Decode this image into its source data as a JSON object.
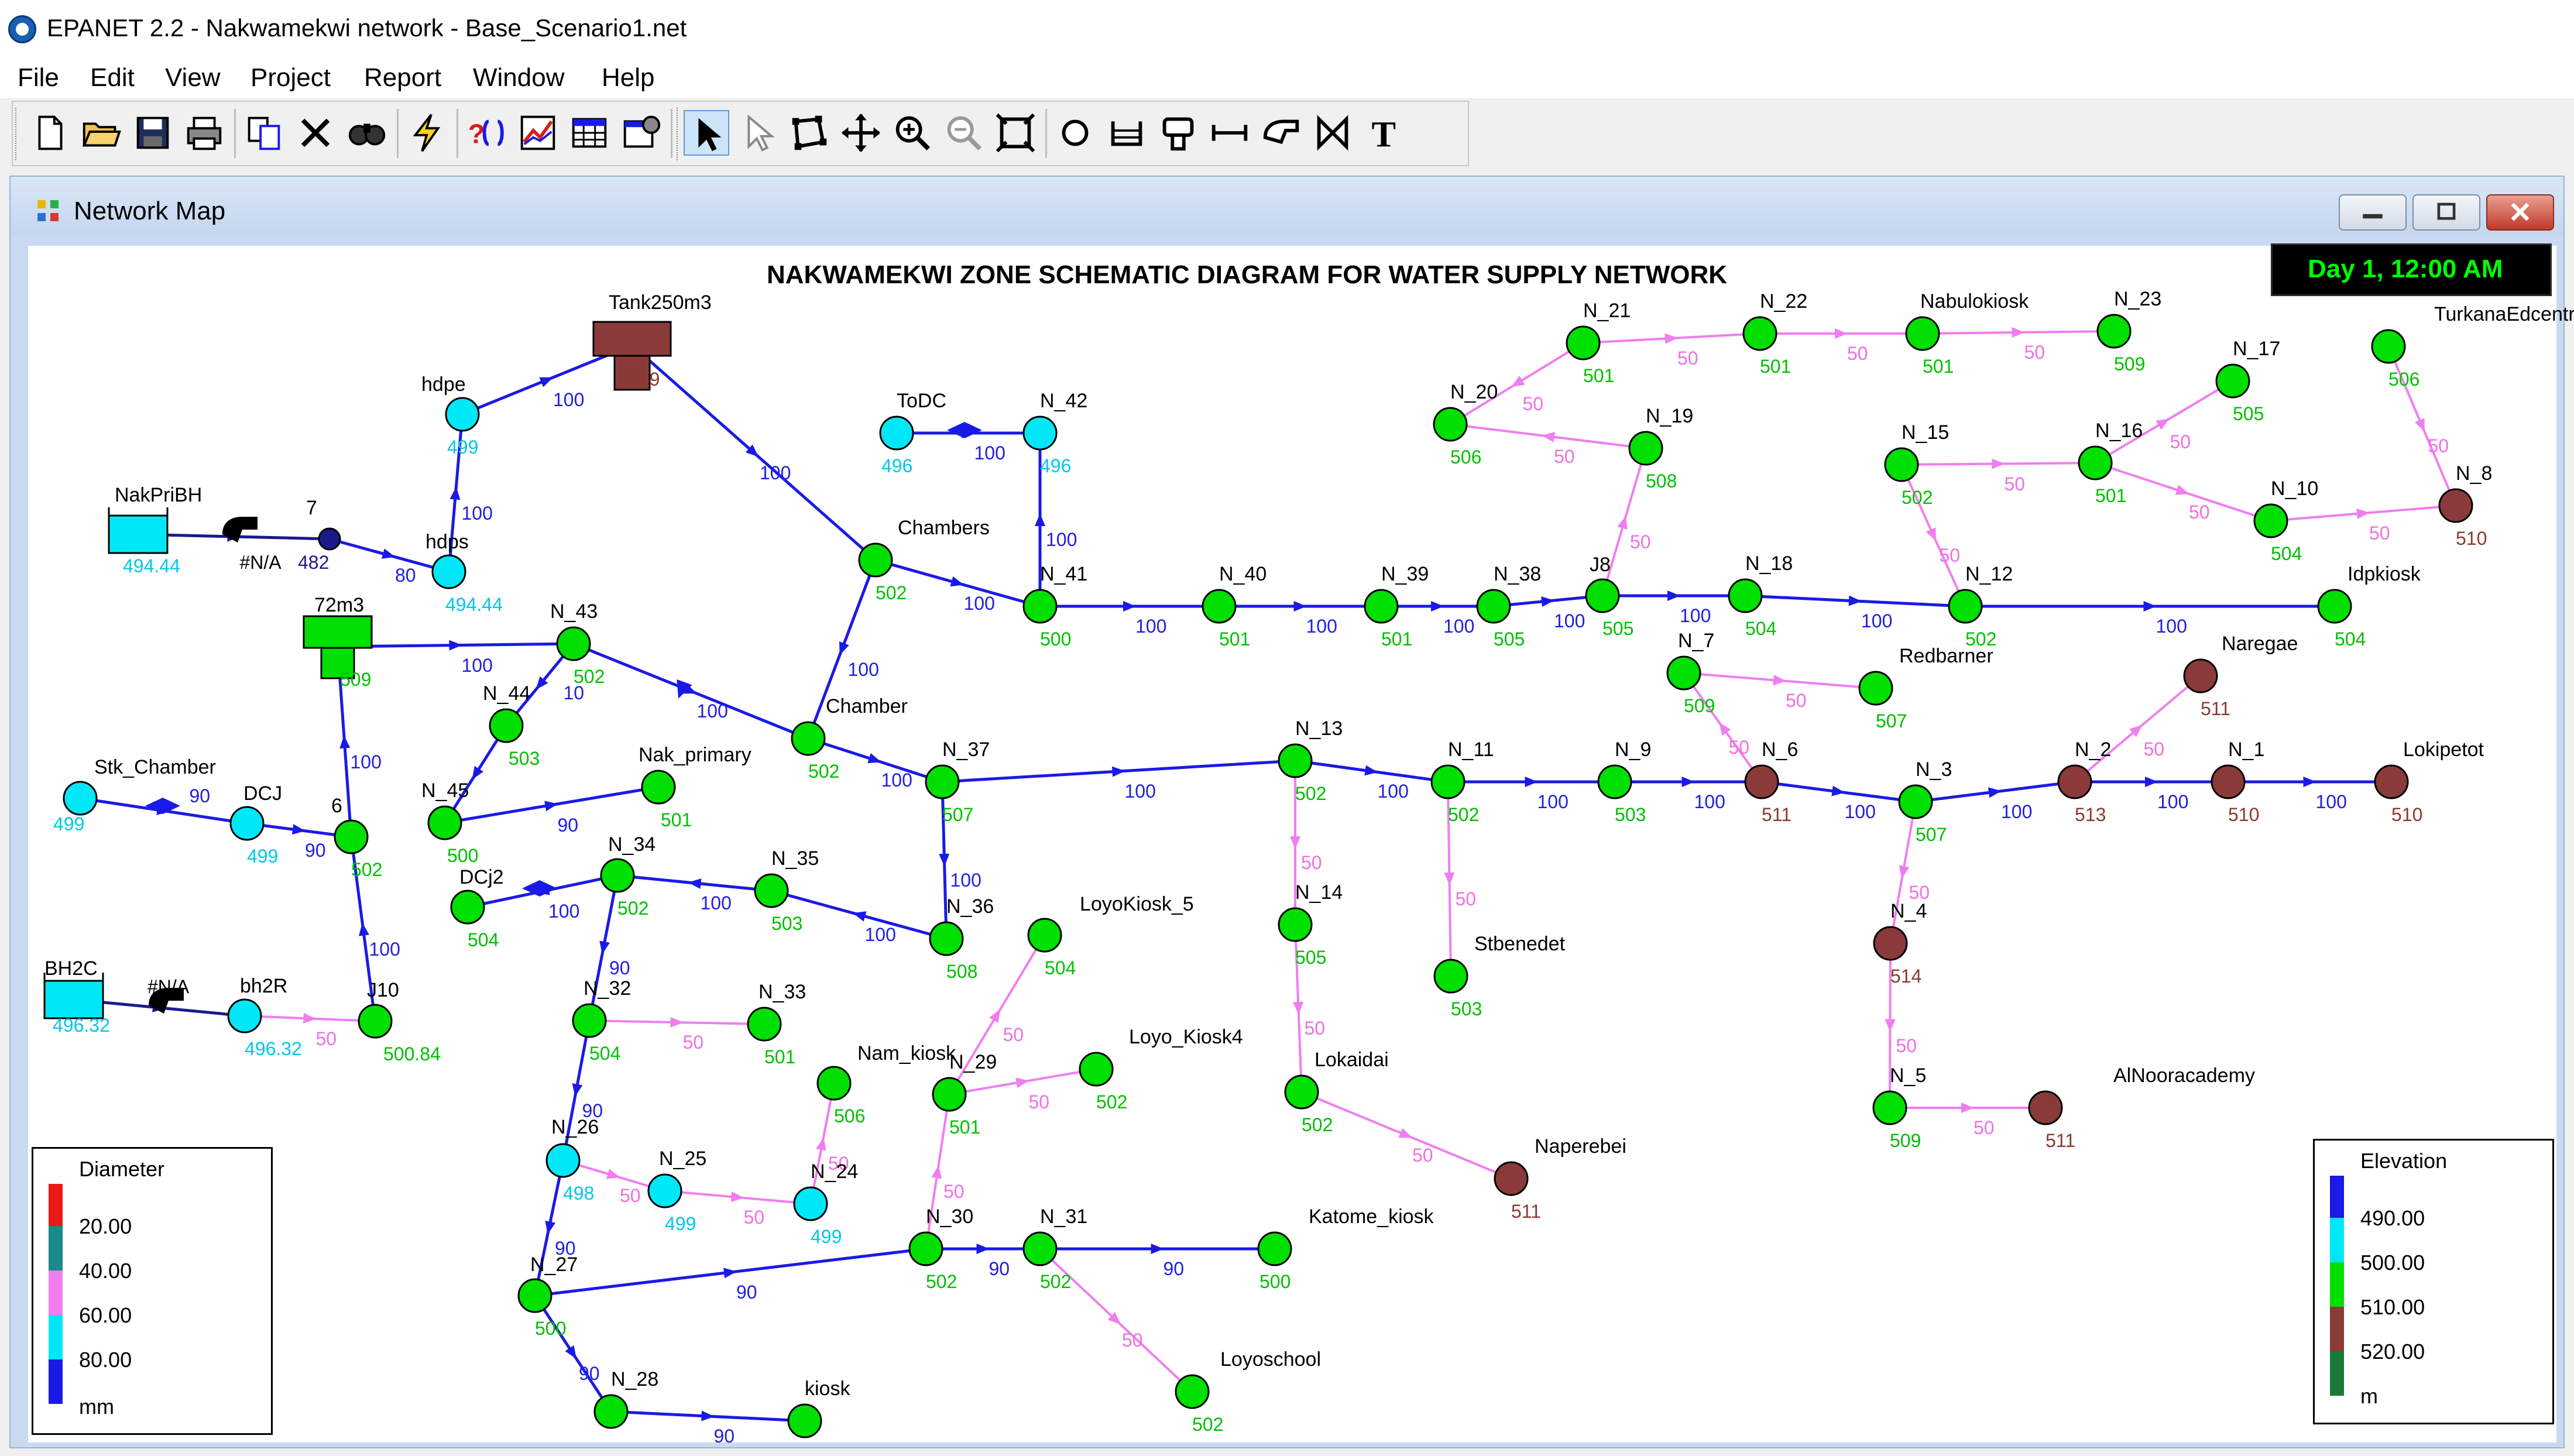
{
  "window": {
    "title": "EPANET 2.2 - Nakwamekwi network - Base_Scenario1.net"
  },
  "menu": [
    "File",
    "Edit",
    "View",
    "Project",
    "Report",
    "Window",
    "Help"
  ],
  "toolbar": {
    "icons": [
      "new-file-icon",
      "open-folder-icon",
      "save-icon",
      "print-icon",
      "copy-icon",
      "delete-icon",
      "find-icon",
      "run-icon",
      "query-icon",
      "graph-icon",
      "table-icon",
      "options-icon",
      "select-object-icon",
      "select-vertex-icon",
      "select-region-icon",
      "pan-icon",
      "zoom-in-icon",
      "zoom-out-icon",
      "full-extent-icon",
      "add-junction-icon",
      "add-reservoir-icon",
      "add-tank-icon",
      "add-pipe-icon",
      "add-pump-icon",
      "add-valve-icon",
      "add-label-icon"
    ]
  },
  "map_window": {
    "title": "Network Map",
    "diagram_title": "NAKWAMEKWI ZONE SCHEMATIC DIAGRAM FOR WATER SUPPLY NETWORK",
    "time": "Day 1, 12:00 AM"
  },
  "colors": {
    "node_green": "#00e000",
    "node_cyan": "#00e8f8",
    "node_maroon": "#8b3a3a",
    "pipe_blue": "#1a1ae6",
    "pipe_pink": "#f07ef0",
    "pipe_navy": "#1a1a8c"
  },
  "nodes": [
    {
      "id": "n1",
      "label": "Tank250m3",
      "value": "519",
      "kind": "tank"
    },
    {
      "id": "n2",
      "label": "hdpe",
      "value": "499",
      "kind": "cyan"
    },
    {
      "id": "n3",
      "label": "NakPriBH",
      "value": "494.44",
      "kind": "reservoir"
    },
    {
      "id": "n4",
      "label": "7",
      "value": "482",
      "kind": "navy"
    },
    {
      "id": "n5",
      "label": "hdps",
      "value": "494.44",
      "kind": "cyan"
    },
    {
      "id": "n6",
      "label": "72m3",
      "value": "509",
      "kind": "tank72"
    },
    {
      "id": "n7",
      "label": "N_43",
      "value": "502",
      "kind": "green"
    },
    {
      "id": "n8",
      "label": "N_44",
      "value": "503",
      "kind": "green"
    },
    {
      "id": "n9",
      "label": "N_45",
      "value": "500",
      "kind": "green"
    },
    {
      "id": "n10",
      "label": "Nak_primary",
      "value": "501",
      "kind": "green"
    },
    {
      "id": "n11",
      "label": "Stk_Chamber",
      "value": "499",
      "kind": "cyan"
    },
    {
      "id": "n12",
      "label": "DCJ",
      "value": "499",
      "kind": "cyan"
    },
    {
      "id": "n13",
      "label": "6",
      "value": "502",
      "kind": "green"
    },
    {
      "id": "n14",
      "label": "BH2C",
      "value": "496.32",
      "kind": "reservoir"
    },
    {
      "id": "n15",
      "label": "bh2R",
      "value": "496.32",
      "kind": "cyan"
    },
    {
      "id": "n16",
      "label": "J10",
      "value": "500.84",
      "kind": "green"
    },
    {
      "id": "n17",
      "label": "DCj2",
      "value": "504",
      "kind": "green"
    },
    {
      "id": "n18",
      "label": "N_34",
      "value": "502",
      "kind": "green"
    },
    {
      "id": "n19",
      "label": "N_35",
      "value": "503",
      "kind": "green"
    },
    {
      "id": "n20",
      "label": "N_36",
      "value": "508",
      "kind": "green"
    },
    {
      "id": "n21",
      "label": "N_32",
      "value": "504",
      "kind": "green"
    },
    {
      "id": "n22",
      "label": "N_33",
      "value": "501",
      "kind": "green"
    },
    {
      "id": "n23",
      "label": "N_26",
      "value": "498",
      "kind": "cyan"
    },
    {
      "id": "n24",
      "label": "N_25",
      "value": "499",
      "kind": "cyan"
    },
    {
      "id": "n25",
      "label": "N_24",
      "value": "499",
      "kind": "cyan"
    },
    {
      "id": "n26",
      "label": "Nam_kiosk",
      "value": "506",
      "kind": "green"
    },
    {
      "id": "n27",
      "label": "N_27",
      "value": "500",
      "kind": "green"
    },
    {
      "id": "n28",
      "label": "N_28",
      "value": "",
      "kind": "green"
    },
    {
      "id": "n29",
      "label": "kiosk",
      "value": "",
      "kind": "green"
    },
    {
      "id": "n30",
      "label": "N_30",
      "value": "502",
      "kind": "green"
    },
    {
      "id": "n31",
      "label": "N_31",
      "value": "502",
      "kind": "green"
    },
    {
      "id": "n32",
      "label": "Katome_kiosk",
      "value": "500",
      "kind": "green"
    },
    {
      "id": "n33",
      "label": "Loyoschool",
      "value": "502",
      "kind": "green"
    },
    {
      "id": "n34",
      "label": "N_29",
      "value": "501",
      "kind": "green"
    },
    {
      "id": "n35",
      "label": "Loyo_Kiosk4",
      "value": "502",
      "kind": "green"
    },
    {
      "id": "n36",
      "label": "LoyoKiosk_5",
      "value": "504",
      "kind": "green"
    },
    {
      "id": "n37",
      "label": "ToDC",
      "value": "496",
      "kind": "cyan"
    },
    {
      "id": "n38",
      "label": "N_42",
      "value": "496",
      "kind": "cyan"
    },
    {
      "id": "n39",
      "label": "Chambers",
      "value": "502",
      "kind": "green"
    },
    {
      "id": "n40",
      "label": "Chamber",
      "value": "502",
      "kind": "green"
    },
    {
      "id": "n41",
      "label": "N_37",
      "value": "507",
      "kind": "green"
    },
    {
      "id": "n42",
      "label": "N_41",
      "value": "500",
      "kind": "green"
    },
    {
      "id": "n43",
      "label": "N_40",
      "value": "501",
      "kind": "green"
    },
    {
      "id": "n44",
      "label": "N_39",
      "value": "501",
      "kind": "green"
    },
    {
      "id": "n45",
      "label": "N_38",
      "value": "505",
      "kind": "green"
    },
    {
      "id": "n46",
      "label": "J8",
      "value": "505",
      "kind": "green"
    },
    {
      "id": "n47",
      "label": "N_18",
      "value": "504",
      "kind": "green"
    },
    {
      "id": "n48",
      "label": "N_12",
      "value": "502",
      "kind": "green"
    },
    {
      "id": "n49",
      "label": "Idpkiosk",
      "value": "504",
      "kind": "green"
    },
    {
      "id": "n50",
      "label": "N_13",
      "value": "502",
      "kind": "green"
    },
    {
      "id": "n51",
      "label": "N_14",
      "value": "505",
      "kind": "green"
    },
    {
      "id": "n52",
      "label": "Lokaidai",
      "value": "502",
      "kind": "green"
    },
    {
      "id": "n53",
      "label": "Naperebei",
      "value": "511",
      "kind": "maroon"
    },
    {
      "id": "n54",
      "label": "N_11",
      "value": "502",
      "kind": "green"
    },
    {
      "id": "n55",
      "label": "Stbenedet",
      "value": "503",
      "kind": "green"
    },
    {
      "id": "n56",
      "label": "N_9",
      "value": "503",
      "kind": "green"
    },
    {
      "id": "n57",
      "label": "N_6",
      "value": "511",
      "kind": "maroon"
    },
    {
      "id": "n58",
      "label": "N_7",
      "value": "509",
      "kind": "green"
    },
    {
      "id": "n59",
      "label": "Redbarner",
      "value": "507",
      "kind": "green"
    },
    {
      "id": "n60",
      "label": "N_3",
      "value": "507",
      "kind": "green"
    },
    {
      "id": "n61",
      "label": "N_4",
      "value": "514",
      "kind": "maroon"
    },
    {
      "id": "n62",
      "label": "N_5",
      "value": "509",
      "kind": "green"
    },
    {
      "id": "n63",
      "label": "AlNooracademy",
      "value": "511",
      "kind": "maroon"
    },
    {
      "id": "n64",
      "label": "N_2",
      "value": "513",
      "kind": "maroon"
    },
    {
      "id": "n65",
      "label": "N_1",
      "value": "510",
      "kind": "maroon"
    },
    {
      "id": "n66",
      "label": "Lokipetot",
      "value": "510",
      "kind": "maroon"
    },
    {
      "id": "n67",
      "label": "Naregae",
      "value": "511",
      "kind": "maroon"
    },
    {
      "id": "n68",
      "label": "N_20",
      "value": "506",
      "kind": "green"
    },
    {
      "id": "n69",
      "label": "N_21",
      "value": "501",
      "kind": "green"
    },
    {
      "id": "n70",
      "label": "N_22",
      "value": "501",
      "kind": "green"
    },
    {
      "id": "n71",
      "label": "Nabulokiosk",
      "value": "501",
      "kind": "green"
    },
    {
      "id": "n72",
      "label": "N_23",
      "value": "509",
      "kind": "green"
    },
    {
      "id": "n73",
      "label": "N_19",
      "value": "508",
      "kind": "green"
    },
    {
      "id": "n74",
      "label": "N_15",
      "value": "502",
      "kind": "green"
    },
    {
      "id": "n75",
      "label": "N_16",
      "value": "501",
      "kind": "green"
    },
    {
      "id": "n76",
      "label": "N_17",
      "value": "505",
      "kind": "green"
    },
    {
      "id": "n77",
      "label": "N_10",
      "value": "504",
      "kind": "green"
    },
    {
      "id": "n78",
      "label": "TurkanaEdcentre",
      "value": "506",
      "kind": "green"
    },
    {
      "id": "n79",
      "label": "N_8",
      "value": "510",
      "kind": "maroon"
    }
  ],
  "links": [
    {
      "id": "k1",
      "from": "n2",
      "to": "n1",
      "value": "100",
      "color": "blue"
    },
    {
      "id": "k2",
      "from": "n1",
      "to": "n39",
      "value": "100",
      "color": "blue"
    },
    {
      "id": "k3",
      "from": "n5",
      "to": "n2",
      "value": "100",
      "color": "blue"
    },
    {
      "id": "k4",
      "from": "n3",
      "to": "n4",
      "value": "#N/A",
      "color": "navy"
    },
    {
      "id": "k5",
      "from": "n4",
      "to": "n5",
      "value": "80",
      "color": "blue"
    },
    {
      "id": "k6",
      "from": "n6",
      "to": "n7",
      "value": "100",
      "color": "blue"
    },
    {
      "id": "k7",
      "from": "n7",
      "to": "n40",
      "value": "100",
      "color": "blue"
    },
    {
      "id": "k8",
      "from": "n7",
      "to": "n8",
      "value": "10",
      "color": "blue"
    },
    {
      "id": "k9",
      "from": "n8",
      "to": "n9",
      "value": "",
      "color": "blue"
    },
    {
      "id": "k10",
      "from": "n9",
      "to": "n10",
      "value": "90",
      "color": "blue"
    },
    {
      "id": "k11",
      "from": "n11",
      "to": "n12",
      "value": "90",
      "color": "blue"
    },
    {
      "id": "k12",
      "from": "n12",
      "to": "n13",
      "value": "90",
      "color": "blue"
    },
    {
      "id": "k13",
      "from": "n13",
      "to": "n6",
      "value": "100",
      "color": "blue"
    },
    {
      "id": "k14",
      "from": "n16",
      "to": "n13",
      "value": "100",
      "color": "blue"
    },
    {
      "id": "k15",
      "from": "n14",
      "to": "n15",
      "value": "#N/A",
      "color": "navy"
    },
    {
      "id": "k16",
      "from": "n15",
      "to": "n16",
      "value": "50",
      "color": "pink"
    },
    {
      "id": "k17",
      "from": "n18",
      "to": "n17",
      "value": "100",
      "color": "blue"
    },
    {
      "id": "k18",
      "from": "n19",
      "to": "n18",
      "value": "100",
      "color": "blue"
    },
    {
      "id": "k19",
      "from": "n20",
      "to": "n19",
      "value": "100",
      "color": "blue"
    },
    {
      "id": "k20",
      "from": "n41",
      "to": "n20",
      "value": "100",
      "color": "blue"
    },
    {
      "id": "k21",
      "from": "n18",
      "to": "n21",
      "value": "90",
      "color": "blue"
    },
    {
      "id": "k22",
      "from": "n21",
      "to": "n22",
      "value": "50",
      "color": "pink"
    },
    {
      "id": "k23",
      "from": "n21",
      "to": "n23",
      "value": "90",
      "color": "blue"
    },
    {
      "id": "k24",
      "from": "n23",
      "to": "n24",
      "value": "50",
      "color": "pink"
    },
    {
      "id": "k25",
      "from": "n24",
      "to": "n25",
      "value": "50",
      "color": "pink"
    },
    {
      "id": "k26",
      "from": "n25",
      "to": "n26",
      "value": "50",
      "color": "pink"
    },
    {
      "id": "k27",
      "from": "n23",
      "to": "n27",
      "value": "90",
      "color": "blue"
    },
    {
      "id": "k28",
      "from": "n27",
      "to": "n30",
      "value": "90",
      "color": "blue"
    },
    {
      "id": "k29",
      "from": "n27",
      "to": "n28",
      "value": "90",
      "color": "blue"
    },
    {
      "id": "k30",
      "from": "n28",
      "to": "n29",
      "value": "90",
      "color": "blue"
    },
    {
      "id": "k31",
      "from": "n30",
      "to": "n31",
      "value": "90",
      "color": "blue"
    },
    {
      "id": "k32",
      "from": "n31",
      "to": "n32",
      "value": "90",
      "color": "blue"
    },
    {
      "id": "k33",
      "from": "n31",
      "to": "n33",
      "value": "50",
      "color": "pink"
    },
    {
      "id": "k34",
      "from": "n30",
      "to": "n34",
      "value": "50",
      "color": "pink"
    },
    {
      "id": "k35",
      "from": "n34",
      "to": "n35",
      "value": "50",
      "color": "pink"
    },
    {
      "id": "k36",
      "from": "n34",
      "to": "n36",
      "value": "50",
      "color": "pink"
    },
    {
      "id": "k37",
      "from": "n37",
      "to": "n38",
      "value": "100",
      "color": "blue"
    },
    {
      "id": "k38",
      "from": "n42",
      "to": "n38",
      "value": "100",
      "color": "blue"
    },
    {
      "id": "k39",
      "from": "n39",
      "to": "n42",
      "value": "100",
      "color": "blue"
    },
    {
      "id": "k40",
      "from": "n39",
      "to": "n40",
      "value": "100",
      "color": "blue"
    },
    {
      "id": "k41",
      "from": "n40",
      "to": "n41",
      "value": "100",
      "color": "blue"
    },
    {
      "id": "k42",
      "from": "n42",
      "to": "n43",
      "value": "100",
      "color": "blue"
    },
    {
      "id": "k43",
      "from": "n43",
      "to": "n44",
      "value": "100",
      "color": "blue"
    },
    {
      "id": "k44",
      "from": "n44",
      "to": "n45",
      "value": "100",
      "color": "blue"
    },
    {
      "id": "k45",
      "from": "n45",
      "to": "n46",
      "value": "100",
      "color": "blue"
    },
    {
      "id": "k46",
      "from": "n46",
      "to": "n47",
      "value": "100",
      "color": "blue"
    },
    {
      "id": "k47",
      "from": "n47",
      "to": "n48",
      "value": "100",
      "color": "blue"
    },
    {
      "id": "k48",
      "from": "n48",
      "to": "n49",
      "value": "100",
      "color": "blue"
    },
    {
      "id": "k49",
      "from": "n41",
      "to": "n50",
      "value": "100",
      "color": "blue"
    },
    {
      "id": "k50",
      "from": "n50",
      "to": "n54",
      "value": "100",
      "color": "blue"
    },
    {
      "id": "k51",
      "from": "n50",
      "to": "n51",
      "value": "50",
      "color": "pink"
    },
    {
      "id": "k52",
      "from": "n51",
      "to": "n52",
      "value": "50",
      "color": "pink"
    },
    {
      "id": "k53",
      "from": "n52",
      "to": "n53",
      "value": "50",
      "color": "pink"
    },
    {
      "id": "k54",
      "from": "n54",
      "to": "n55",
      "value": "50",
      "color": "pink"
    },
    {
      "id": "k55",
      "from": "n54",
      "to": "n56",
      "value": "100",
      "color": "blue"
    },
    {
      "id": "k56",
      "from": "n56",
      "to": "n57",
      "value": "100",
      "color": "blue"
    },
    {
      "id": "k57",
      "from": "n57",
      "to": "n60",
      "value": "100",
      "color": "blue"
    },
    {
      "id": "k58",
      "from": "n57",
      "to": "n58",
      "value": "50",
      "color": "pink"
    },
    {
      "id": "k59",
      "from": "n58",
      "to": "n59",
      "value": "50",
      "color": "pink"
    },
    {
      "id": "k60",
      "from": "n60",
      "to": "n64",
      "value": "100",
      "color": "blue"
    },
    {
      "id": "k61",
      "from": "n60",
      "to": "n61",
      "value": "50",
      "color": "pink"
    },
    {
      "id": "k62",
      "from": "n61",
      "to": "n62",
      "value": "50",
      "color": "pink"
    },
    {
      "id": "k63",
      "from": "n62",
      "to": "n63",
      "value": "50",
      "color": "pink"
    },
    {
      "id": "k64",
      "from": "n64",
      "to": "n65",
      "value": "100",
      "color": "blue"
    },
    {
      "id": "k65",
      "from": "n65",
      "to": "n66",
      "value": "100",
      "color": "blue"
    },
    {
      "id": "k66",
      "from": "n64",
      "to": "n67",
      "value": "50",
      "color": "pink"
    },
    {
      "id": "k67",
      "from": "n46",
      "to": "n73",
      "value": "50",
      "color": "pink"
    },
    {
      "id": "k68",
      "from": "n73",
      "to": "n68",
      "value": "50",
      "color": "pink"
    },
    {
      "id": "k69",
      "from": "n69",
      "to": "n68",
      "value": "50",
      "color": "pink"
    },
    {
      "id": "k70",
      "from": "n69",
      "to": "n70",
      "value": "50",
      "color": "pink"
    },
    {
      "id": "k71",
      "from": "n70",
      "to": "n71",
      "value": "50",
      "color": "pink"
    },
    {
      "id": "k72",
      "from": "n71",
      "to": "n72",
      "value": "50",
      "color": "pink"
    },
    {
      "id": "k73",
      "from": "n74",
      "to": "n48",
      "value": "50",
      "color": "pink"
    },
    {
      "id": "k74",
      "from": "n74",
      "to": "n75",
      "value": "50",
      "color": "pink"
    },
    {
      "id": "k75",
      "from": "n75",
      "to": "n76",
      "value": "50",
      "color": "pink"
    },
    {
      "id": "k76",
      "from": "n75",
      "to": "n77",
      "value": "50",
      "color": "pink"
    },
    {
      "id": "k77",
      "from": "n77",
      "to": "n79",
      "value": "50",
      "color": "pink"
    },
    {
      "id": "k78",
      "from": "n78",
      "to": "n79",
      "value": "50",
      "color": "pink"
    }
  ],
  "legend_diameter": {
    "title": "Diameter",
    "items": [
      "20.00",
      "40.00",
      "60.00",
      "80.00"
    ],
    "unit": "mm",
    "colors": [
      "#e81818",
      "#1a8a8a",
      "#f07ef0",
      "#00e8f8",
      "#1a1ae6"
    ]
  },
  "legend_elevation": {
    "title": "Elevation",
    "items": [
      "490.00",
      "500.00",
      "510.00",
      "520.00"
    ],
    "unit": "m",
    "colors": [
      "#1a1ae6",
      "#00e8f8",
      "#00e000",
      "#8b3a3a",
      "#1a7a3a"
    ]
  }
}
